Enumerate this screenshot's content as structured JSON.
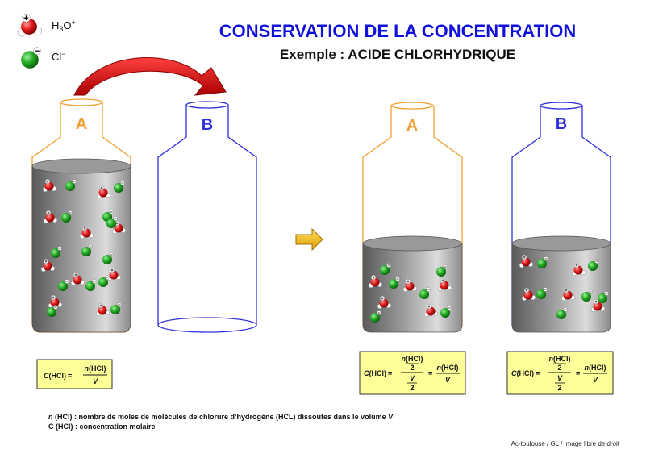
{
  "title": "CONSERVATION DE LA CONCENTRATION",
  "subtitle": "Exemple : ACIDE CHLORHYDRIQUE",
  "legend": {
    "hydronium_prefix": "H",
    "hydronium_sub": "3",
    "hydronium_o": "O",
    "hydronium_sup": "+",
    "chloride": "Cl",
    "chloride_sup": "−"
  },
  "bottles": {
    "a_label": "A",
    "b_label": "B"
  },
  "formula": {
    "c_symbol": "C",
    "hcl": "(HCl)",
    "equals": "=",
    "n_symbol": "n",
    "v_symbol": "V",
    "two": "2"
  },
  "notes": {
    "n_symbol": "n",
    "n_text": " (HCl) : nombre de moles de molécules de chlorure d’hydrogène (HCL) dissoutes dans le volume ",
    "v_symbol": "V",
    "c_line": "C (HCl) : concentration molaire"
  },
  "credit": "Ac-toulouse / GL / Image libre de droit",
  "colors": {
    "title": "#1111dd",
    "bottle_a": "#f0a030",
    "bottle_b": "#3030dd",
    "arrow_red": "#dd1010",
    "arrow_yellow": "#f5b800",
    "formula_bg": "#ffff99",
    "hydronium": "#dd2020",
    "chloride": "#20a020"
  }
}
